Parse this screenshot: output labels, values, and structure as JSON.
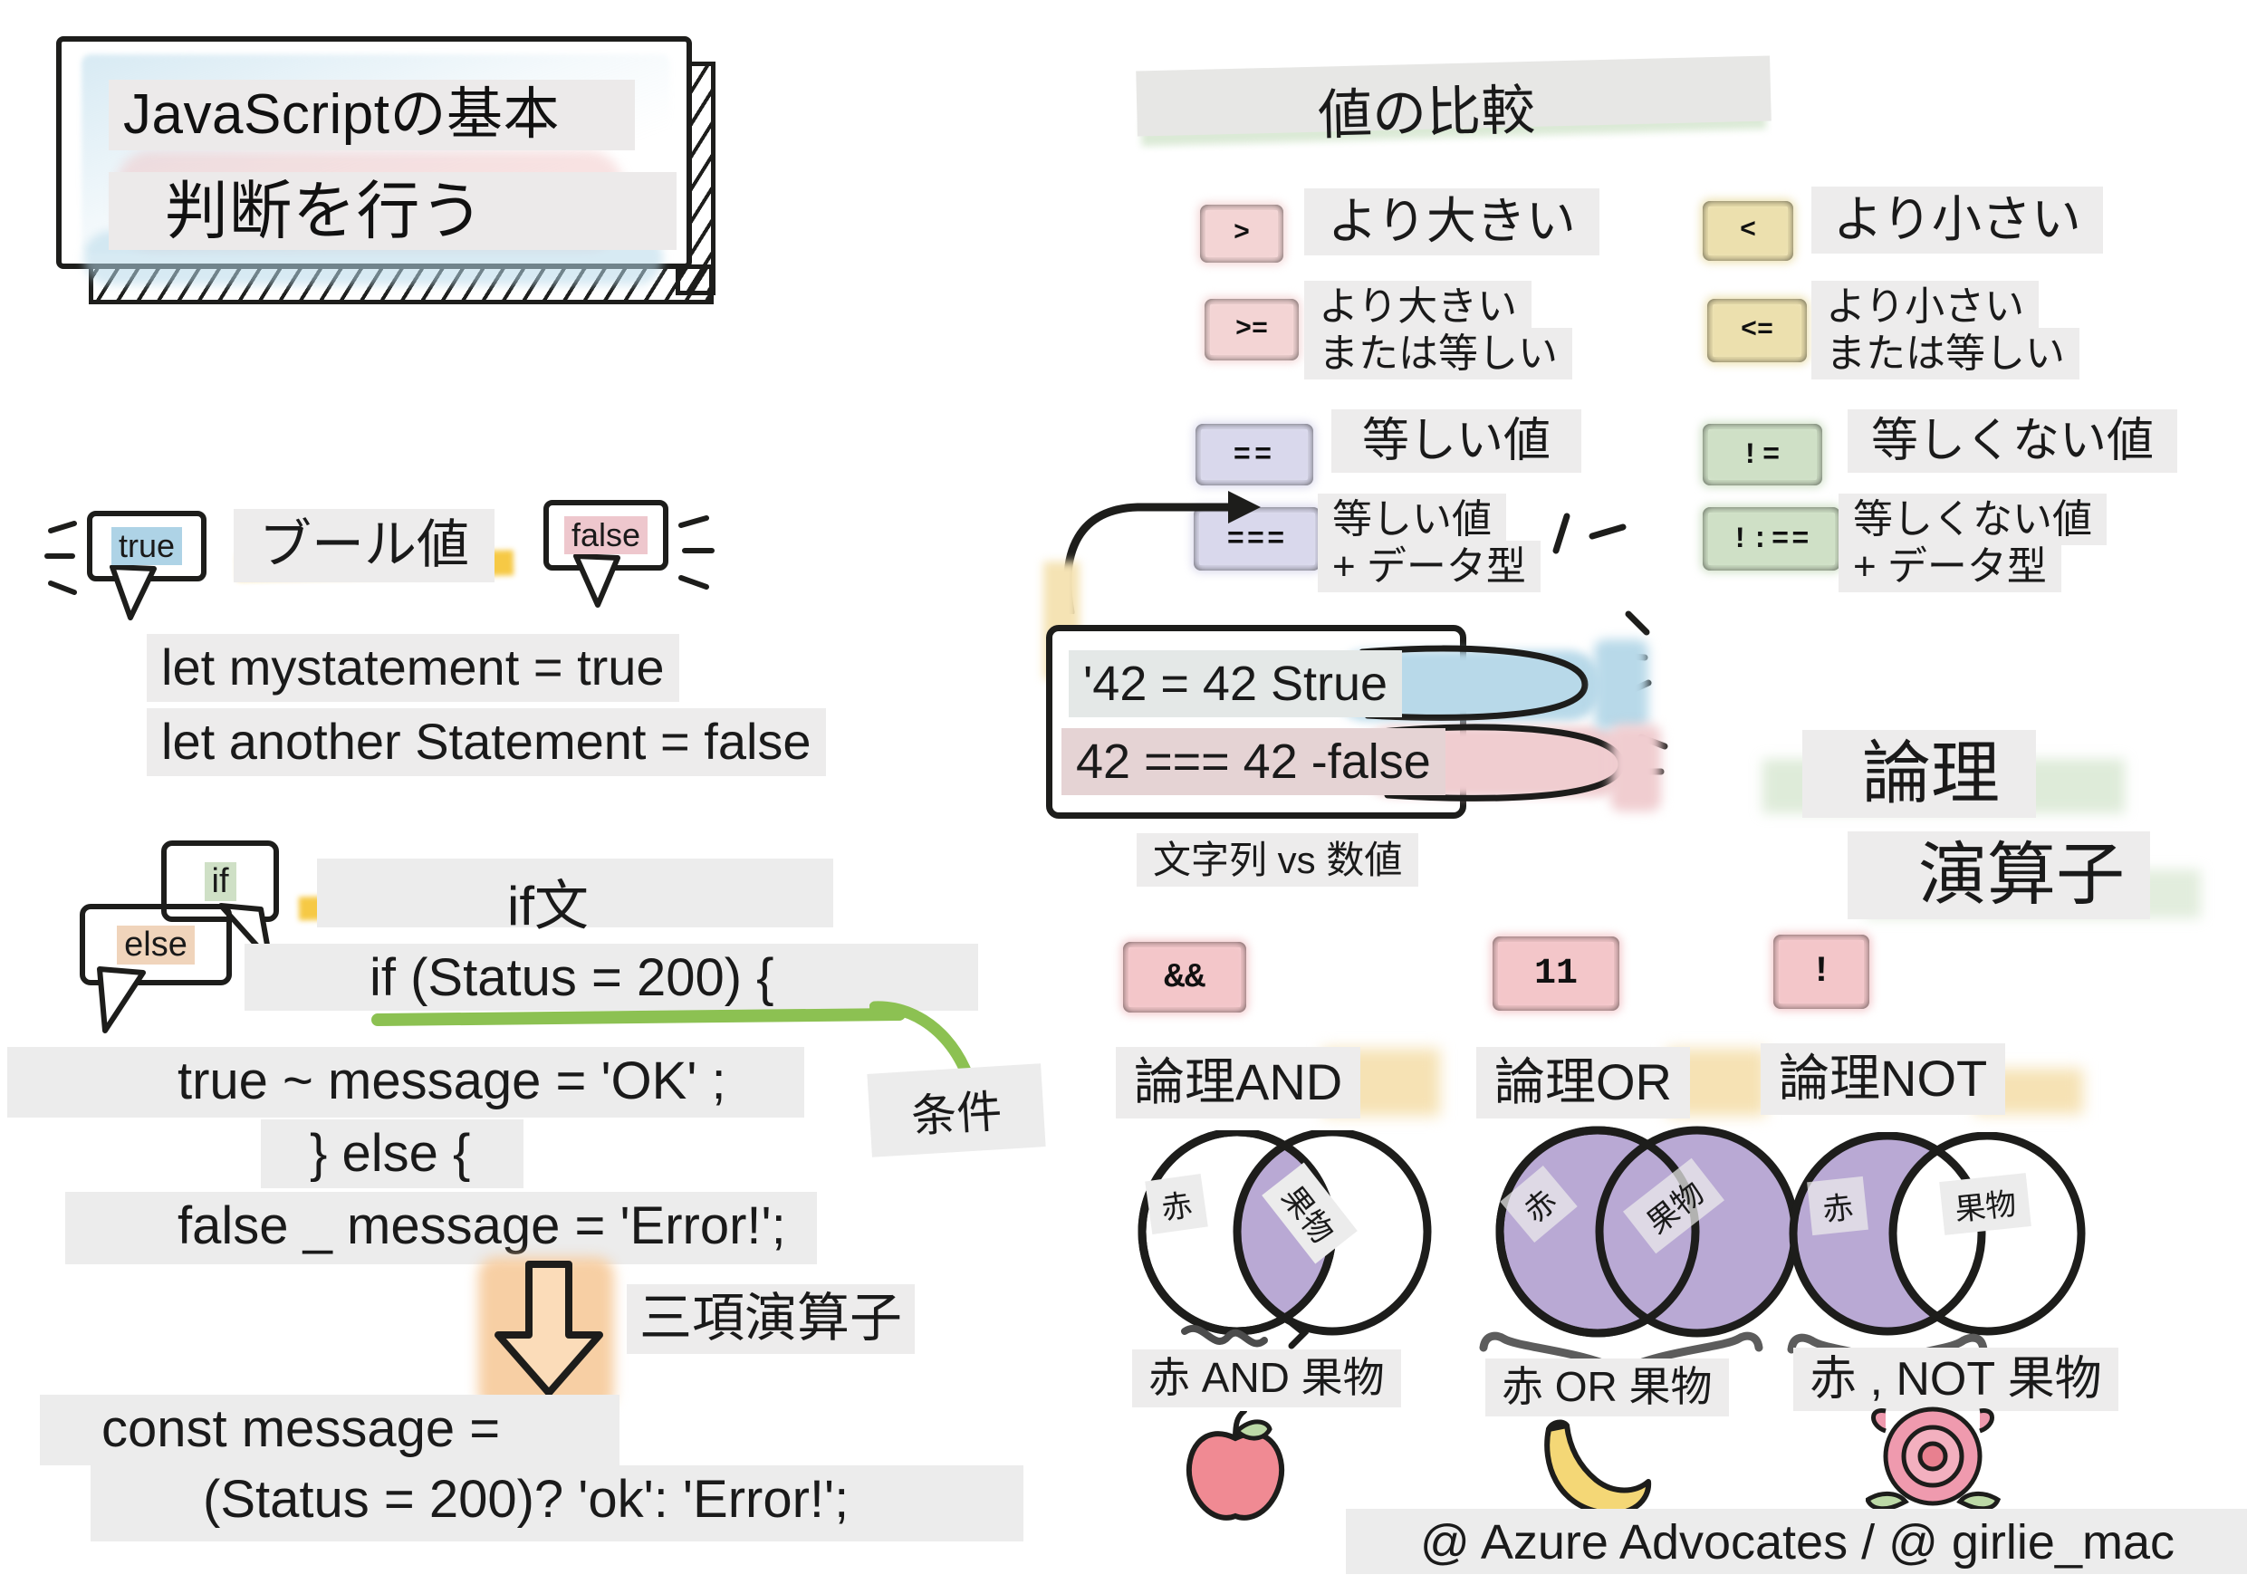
{
  "title_card": {
    "line1": "JavaScriptの基本",
    "line2": "判断を行う"
  },
  "comparison": {
    "heading": "値の比較",
    "rows": [
      {
        "op": ">",
        "label": "より大きい",
        "label2": "",
        "color": "#f3d4d4"
      },
      {
        "op": "<",
        "label": "より小さい",
        "label2": "",
        "color": "#ece0ae"
      },
      {
        "op": ">=",
        "label": "より大きい",
        "label2": "または等しい",
        "color": "#f3d4d4"
      },
      {
        "op": "<=",
        "label": "より小さい",
        "label2": "または等しい",
        "color": "#ece0ae"
      },
      {
        "op": "==",
        "label": "等しい値",
        "label2": "",
        "color": "#d9d8ec"
      },
      {
        "op": "!=",
        "label": "等しくない値",
        "label2": "",
        "color": "#cfe0c6"
      },
      {
        "op": "===",
        "label": "等しい値",
        "label2": "+ データ型",
        "color": "#d9d8ec"
      },
      {
        "op": "!:==",
        "label": "等しくない値",
        "label2": "+ データ型",
        "color": "#cfe0c6"
      }
    ]
  },
  "boolean": {
    "true_bubble": "true",
    "false_bubble": "false",
    "heading": "ブール値",
    "code": [
      "let mystatement = true",
      "let another Statement = false"
    ]
  },
  "strict_demo": {
    "line_true": "'42 = 42 Strue",
    "line_false": "42 === 42 -false",
    "caption": "文字列 vs 数値"
  },
  "ifblock": {
    "if_bubble": "if",
    "else_bubble": "else",
    "heading": "if文",
    "condition_label": "条件",
    "code": [
      "if (Status = 200) {",
      "true ~ message = 'OK' ;",
      "} else {",
      "false _ message = 'Error!';"
    ],
    "ternary_heading": "三項演算子",
    "ternary_code": [
      "const message =",
      "(Status = 200)? 'ok': 'Error!';"
    ]
  },
  "logical": {
    "heading_line1": "論理",
    "heading_line2": "演算子",
    "columns": [
      {
        "op": "&&",
        "title": "論理AND",
        "venn": "and",
        "caption": "赤 AND 果物",
        "emoji": "apple-icon"
      },
      {
        "op": "11",
        "title": "論理OR",
        "venn": "or",
        "caption": "赤 OR 果物",
        "emoji": "banana-icon"
      },
      {
        "op": "!",
        "title": "論理NOT",
        "venn": "not",
        "caption": "赤 , NOT 果物",
        "emoji": "rose-icon"
      }
    ],
    "venn_left_label": "赤",
    "venn_right_label": "果物"
  },
  "footer": {
    "credit": "@ Azure Advocates / @ girlie_mac"
  },
  "colors": {
    "ink": "#1d1d1b",
    "highlight_grey": "#ecebeb",
    "pink": "#f3d4d4",
    "yellow": "#ece0ae",
    "purple": "#d9d8ec",
    "green": "#cfe0c6",
    "blue": "#b7d9ea",
    "venn_fill": "#b9a9d4",
    "orange": "#f7cfa4",
    "marker_yellow": "#f6c945",
    "marker_green": "#8cc152"
  }
}
